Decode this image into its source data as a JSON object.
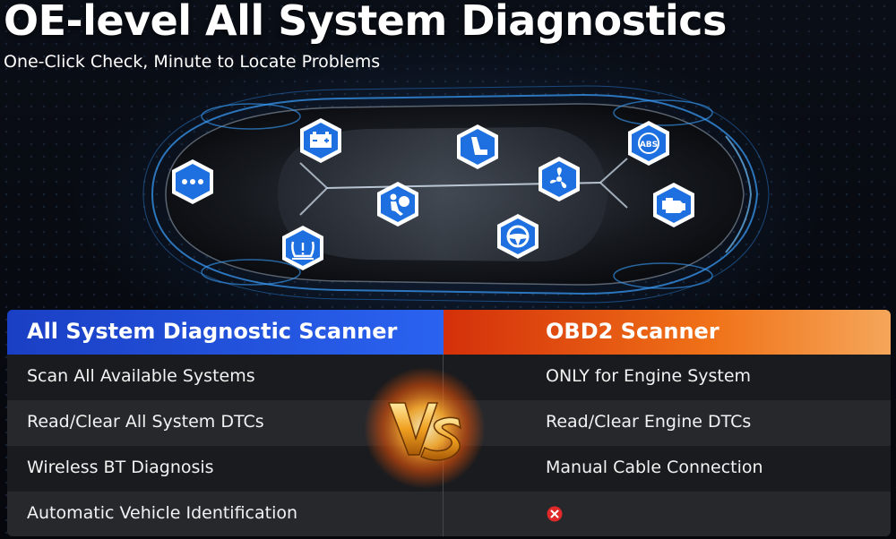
{
  "header": {
    "title": "OE-level All System Diagnostics",
    "subtitle": "One-Click Check, Minute to Locate Problems"
  },
  "icons": [
    "more-icon",
    "battery-icon",
    "seat-icon",
    "abs-icon",
    "fan-icon",
    "engine-icon",
    "airbag-icon",
    "steering-wheel-icon",
    "tpms-icon",
    "vs-emblem",
    "cross-icon"
  ],
  "comparison": {
    "left_header": "All System Diagnostic Scanner",
    "right_header": "OBD2 Scanner",
    "rows": [
      {
        "left": "Scan All Available Systems",
        "right": "ONLY for Engine System"
      },
      {
        "left": "Read/Clear All System DTCs",
        "right": "Read/Clear Engine DTCs"
      },
      {
        "left": "Wireless BT Diagnosis",
        "right": "Manual Cable Connection"
      },
      {
        "left": "Automatic Vehicle Identification",
        "right": ""
      }
    ]
  },
  "colors": {
    "left_header": "#2a63f0",
    "right_header": "#f07218",
    "icon_blue": "#1e6fe0",
    "cross_red": "#e02a2a"
  }
}
